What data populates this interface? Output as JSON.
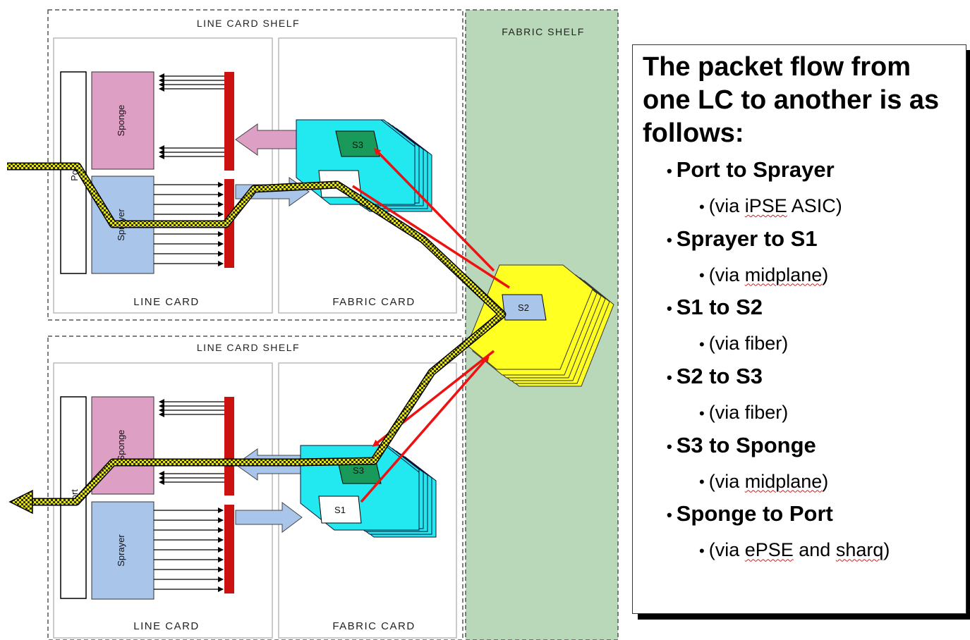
{
  "labels": {
    "fabric_shelf": "FABRIC SHELF",
    "line_card_shelf_top": "LINE CARD SHELF",
    "line_card_shelf_bottom": "LINE CARD SHELF",
    "line_card_top": "LINE CARD",
    "fabric_card_top": "FABRIC CARD",
    "line_card_bottom": "LINE CARD",
    "fabric_card_bottom": "FABRIC CARD",
    "port_top": "Port",
    "port_bottom": "Port",
    "sponge_top": "Sponge",
    "sprayer_top": "Sprayer",
    "sponge_bottom": "Sponge",
    "sprayer_bottom": "Sprayer",
    "chip_s1": "S1",
    "chip_s2": "S2",
    "chip_s3_top": "S3",
    "chip_s3_bottom": "S3"
  },
  "text_box": {
    "title": "The packet flow from one LC to another is as follows:",
    "steps": [
      {
        "label": "Port to Sprayer",
        "detail_pre": "(via ",
        "detail_mark": "iPSE",
        "detail_post": " ASIC)"
      },
      {
        "label": "Sprayer to S1",
        "detail_pre": "(via ",
        "detail_mark": "midplane",
        "detail_post": ")"
      },
      {
        "label": "S1 to S2",
        "detail_pre": "(via fiber)",
        "detail_mark": "",
        "detail_post": ""
      },
      {
        "label": "S2 to S3",
        "detail_pre": "(via fiber)",
        "detail_mark": "",
        "detail_post": ""
      },
      {
        "label": "S3 to Sponge",
        "detail_pre": "(via ",
        "detail_mark": "midplane",
        "detail_post": ")"
      },
      {
        "label": "Sponge to Port",
        "detail_pre": "(via ",
        "detail_mark": "ePSE",
        "detail_post": " and ",
        "detail_mark2": "sharq",
        "detail_post2": ")"
      }
    ],
    "bullet_glyph": "•"
  },
  "colors": {
    "fabric_shelf_fill": "#b9d7b9",
    "sponge_fill": "#dd9fc4",
    "sprayer_fill": "#a9c6ea",
    "red_bar": "#cc1111",
    "fabric_chip_fill": "#22e8f0",
    "s2_chip_fill": "#ffff22",
    "s3_fill": "#1a9a5a",
    "path_yellow": "#e8e800",
    "arrow_red": "#ee1111"
  }
}
